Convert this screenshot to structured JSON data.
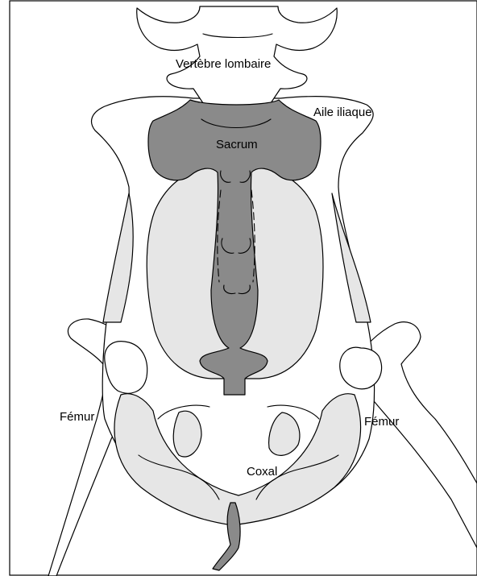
{
  "labels": {
    "vertebre": "Vertèbre lombaire",
    "aile": "Aile iliaque",
    "sacrum": "Sacrum",
    "femur_left": "Fémur",
    "femur_right": "Fémur",
    "coxal": "Coxal"
  },
  "colors": {
    "sacrum_fill": "#8a8a8a",
    "pelvic_fill": "#e6e6e6",
    "bone_fill": "#ffffff",
    "outline": "#000000"
  }
}
